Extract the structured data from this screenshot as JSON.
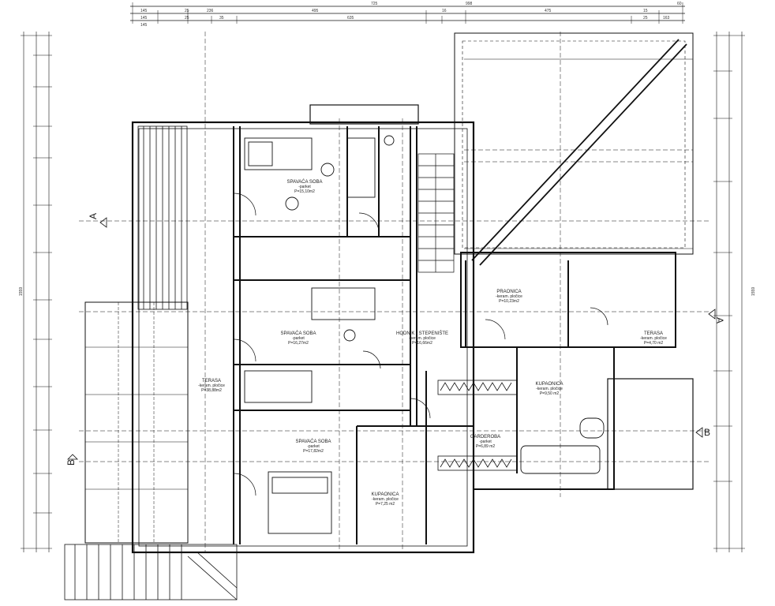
{
  "rooms": [
    {
      "name": "SPAVAĆA SOBA",
      "floor": "-parket",
      "area": "P=15,10m2"
    },
    {
      "name": "SPAVAĆA SOBA",
      "floor": "-parket",
      "area": "P=16,27m2"
    },
    {
      "name": "SPAVAĆA SOBA",
      "floor": "-parket",
      "area": "P=17,82m2"
    },
    {
      "name": "HODNIK - STEPENIŠTE",
      "floor": "-keram. pločice",
      "area": "P=16,66m2"
    },
    {
      "name": "PRAONICA",
      "floor": "-keram. pločice",
      "area": "P=10,23m2"
    },
    {
      "name": "KUPAONICA",
      "floor": "-keram. pločice",
      "area": "P=9,50 m2"
    },
    {
      "name": "GARDEROBA",
      "floor": "-parket",
      "area": "P=6,89 m2"
    },
    {
      "name": "KUPAONICA",
      "floor": "-keram. pločice",
      "area": "P=7,25 m2"
    },
    {
      "name": "TERASA",
      "floor": "-keram. pločice",
      "area": "P=38,88m2"
    },
    {
      "name": "TERASA",
      "floor": "-keram. pločice",
      "area": "P=4,70 m2"
    }
  ],
  "sections": {
    "a_left": "A",
    "a_right": "A",
    "b_left": "B",
    "b_right": "B"
  },
  "dims": {
    "top_total": "998",
    "top_row2": [
      "145",
      "236",
      "725",
      "60"
    ],
    "top_row3": [
      "145",
      "25",
      "495",
      "16",
      "475",
      "15"
    ],
    "top_row4": [
      "145",
      "25",
      "35",
      "635",
      "25",
      "163"
    ],
    "left_total": "1559",
    "right_total": "1559"
  }
}
